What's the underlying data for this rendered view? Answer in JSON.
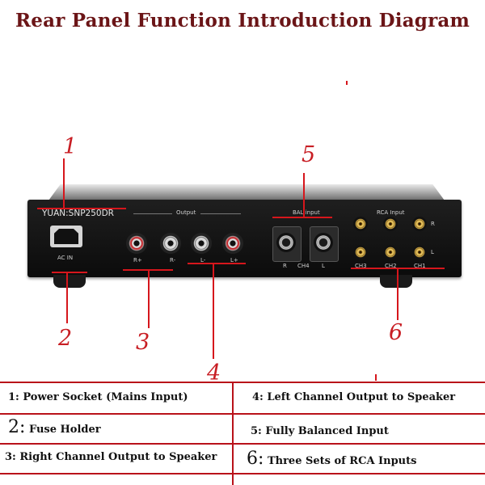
{
  "title": "Rear Panel Function Introduction Diagram",
  "numbers": {
    "n1": "1",
    "n2": "2",
    "n3": "3",
    "n4": "4",
    "n5": "5",
    "n6": "6"
  },
  "panel": {
    "model": "YUAN:SNP250DR",
    "output_label": "Output",
    "bal_label": "BAL input",
    "rca_label": "RCA Input",
    "ac_in": "AC IN",
    "output_jacks": [
      "R+",
      "R-",
      "L-",
      "L+"
    ],
    "xlr_labels": [
      "R",
      "CH4",
      "L"
    ],
    "rca_channels": [
      "CH3",
      "CH2",
      "CH1"
    ],
    "rca_side": [
      "R",
      "L"
    ]
  },
  "legend": {
    "row1_left": "1: Power Socket (Mains Input)",
    "row1_right_num": "4:",
    "row1_right": " Left Channel Output to Speaker",
    "row2_left_num": "2:",
    "row2_left": " Fuse Holder",
    "row2_right": "5: Fully Balanced Input",
    "row3_left": "3: Right Channel Output to Speaker",
    "row3_right_num": "6:",
    "row3_right": " Three Sets of RCA Inputs"
  },
  "colors": {
    "title": "#6b1517",
    "accent": "#d6161c",
    "panel": "#111111"
  }
}
